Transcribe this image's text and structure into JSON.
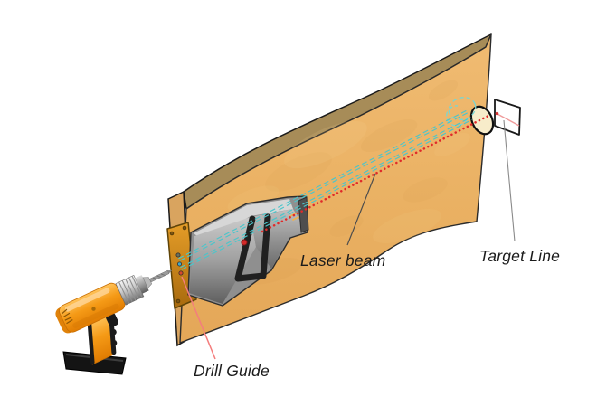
{
  "diagram": {
    "annotations": {
      "laser_beam": "Laser beam",
      "target_line": "Target Line",
      "drill_guide": "Drill Guide"
    },
    "colors": {
      "wood_face": "#ecb366",
      "wood_top_edge": "#a78c58",
      "wood_side_edge": "#d9a45f",
      "laser_red": "#e02a2a",
      "guide_axis_cyan": "#4cc5ca",
      "jig_metal_gray": "#8f8f8f",
      "mount_plate_orange": "#c78a1c",
      "drill_body_orange": "#f59a16",
      "battery_black": "#141414",
      "exit_hole_cream": "#f7ecca",
      "target_card_line_pink": "#ef9a9a",
      "label_text": "#1b1b1b"
    },
    "components": [
      "cordless drill",
      "drill bit",
      "wood panel",
      "drill guide jig",
      "mount plate",
      "stirrup handle",
      "laser emitter",
      "laser beam",
      "guide axis lines",
      "exit hole",
      "target card"
    ]
  }
}
